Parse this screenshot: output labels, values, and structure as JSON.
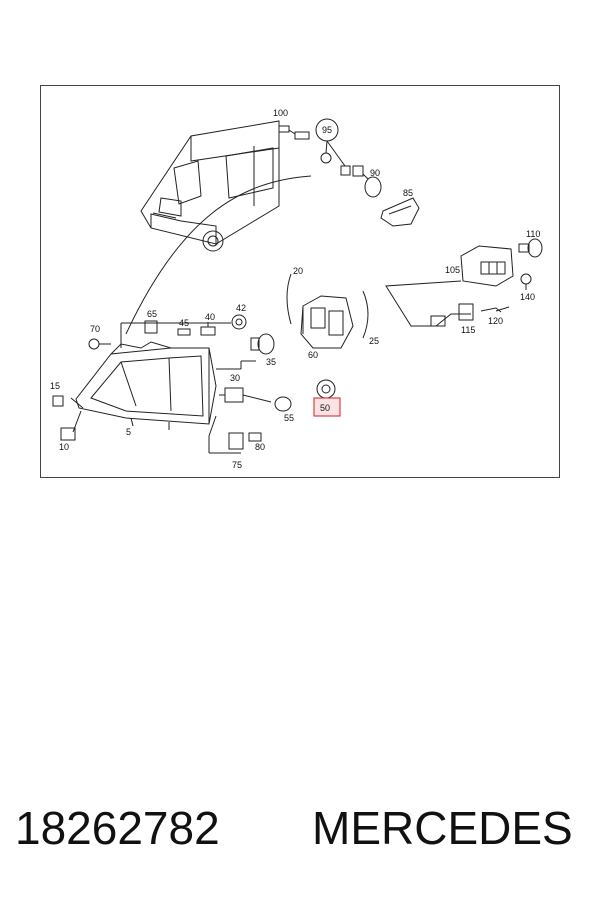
{
  "diagram": {
    "callouts": {
      "p100": "100",
      "p95": "95",
      "p90": "90",
      "p85": "85",
      "p110": "110",
      "p105": "105",
      "p140": "140",
      "p115": "115",
      "p120": "120",
      "p20": "20",
      "p25": "25",
      "p60": "60",
      "p65": "65",
      "p70": "70",
      "p45": "45",
      "p40": "40",
      "p42": "42",
      "p35": "35",
      "p30": "30",
      "p55": "55",
      "p50": "50",
      "p15": "15",
      "p10": "10",
      "p5": "5",
      "p75": "75",
      "p80": "80"
    },
    "highlight_color": "#e0404a"
  },
  "footer": {
    "part_number": "18262782",
    "brand": "MERCEDES"
  }
}
